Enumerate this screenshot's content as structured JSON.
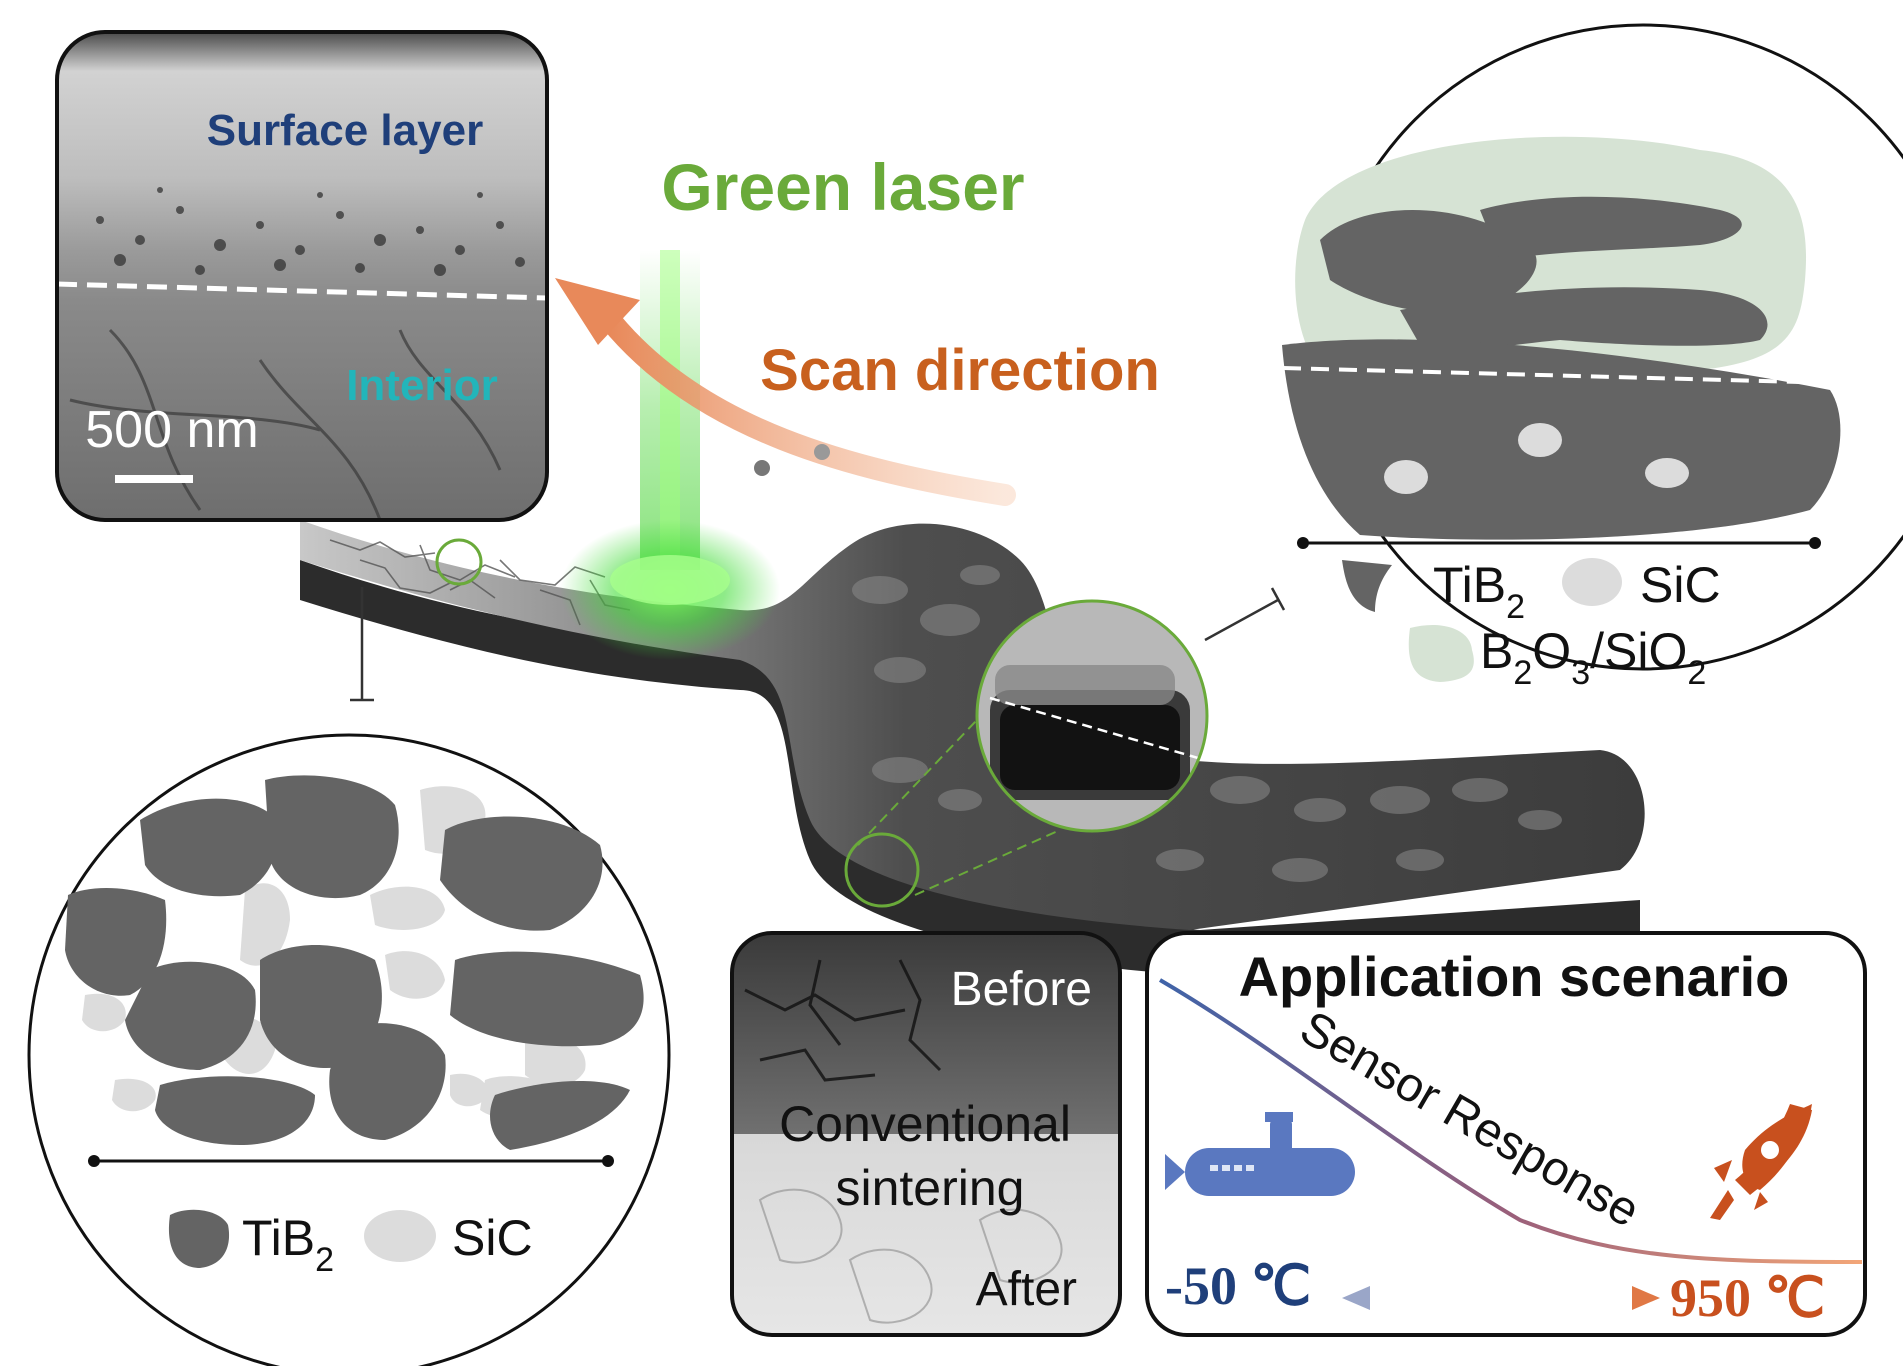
{
  "labels": {
    "surface_layer": "Surface layer",
    "interior": "Interior",
    "scale_bar": "500 nm",
    "green_laser": "Green laser",
    "scan_direction": "Scan direction",
    "before": "Before",
    "conventional_sintering_line1": "Conventional",
    "conventional_sintering_line2": "sintering",
    "after": "After",
    "application_scenario": "Application scenario",
    "sensor_response": "Sensor Response",
    "temp_low": "-50 ℃",
    "temp_high": "950 ℃"
  },
  "legend_right": {
    "tib2": {
      "base": "TiB",
      "sub": "2"
    },
    "sic": "SiC",
    "oxide": {
      "p1": "B",
      "s1": "2",
      "p2": "O",
      "s2": "3",
      "p3": "/SiO",
      "s3": "2"
    }
  },
  "legend_left": {
    "tib2": {
      "base": "TiB",
      "sub": "2"
    },
    "sic": "SiC"
  },
  "icons": {
    "submarine": "submarine-icon",
    "rocket": "rocket-icon"
  },
  "colors": {
    "green": "#6aaa3a",
    "laser": "#45e03c",
    "orange": "#c8601e",
    "navy": "#1f3f7a",
    "teal": "#22b5ba",
    "tib2": "#646464",
    "sic": "#dcdcdc",
    "oxide": "#d6e3d4",
    "submarine": "#5a78c0",
    "rocket": "#c8501e"
  }
}
